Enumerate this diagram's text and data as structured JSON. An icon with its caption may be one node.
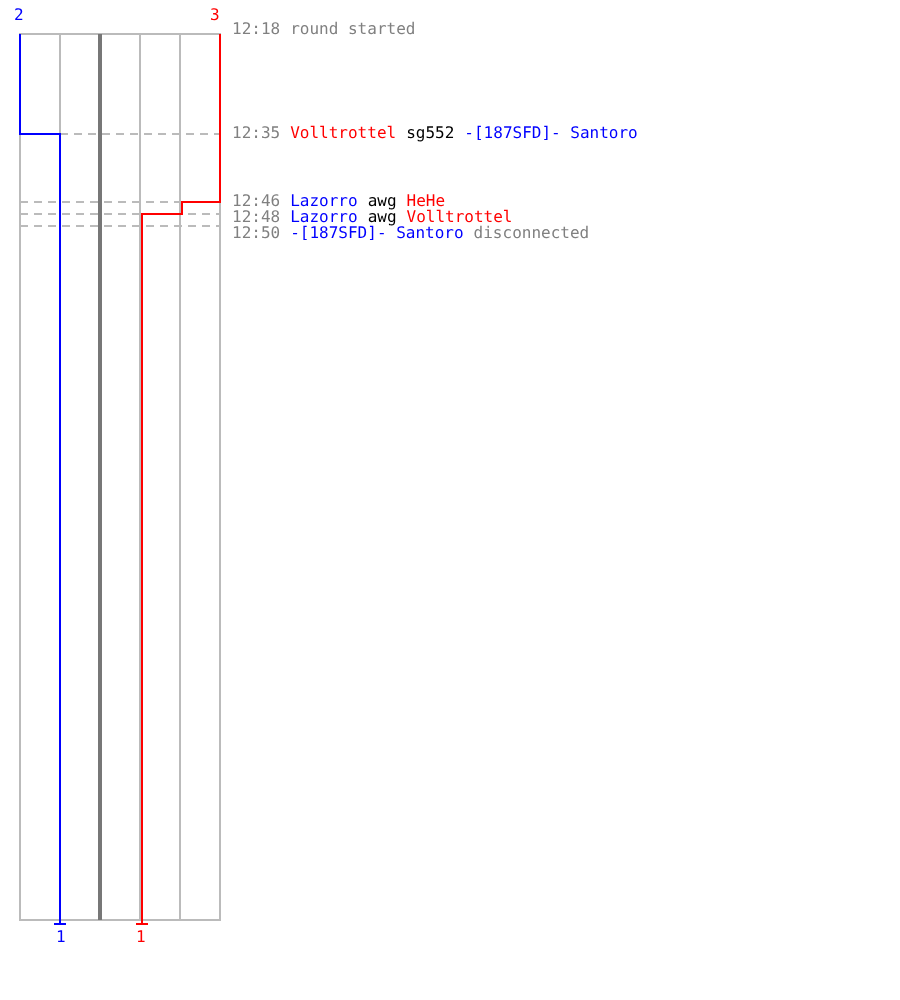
{
  "diagram": {
    "labels": [
      "2",
      "3",
      "12:18",
      "round started",
      "12:35",
      "Volltrottel",
      "sg552",
      "-[187SFD]- Santoro",
      "12:46",
      "Lazorro",
      "awg",
      "HeHe",
      "12:48",
      "Lazorro",
      "awg",
      "Volltrottel",
      "12:50",
      "-[187SFD]- Santoro",
      "disconnected",
      "1",
      "1"
    ]
  }
}
